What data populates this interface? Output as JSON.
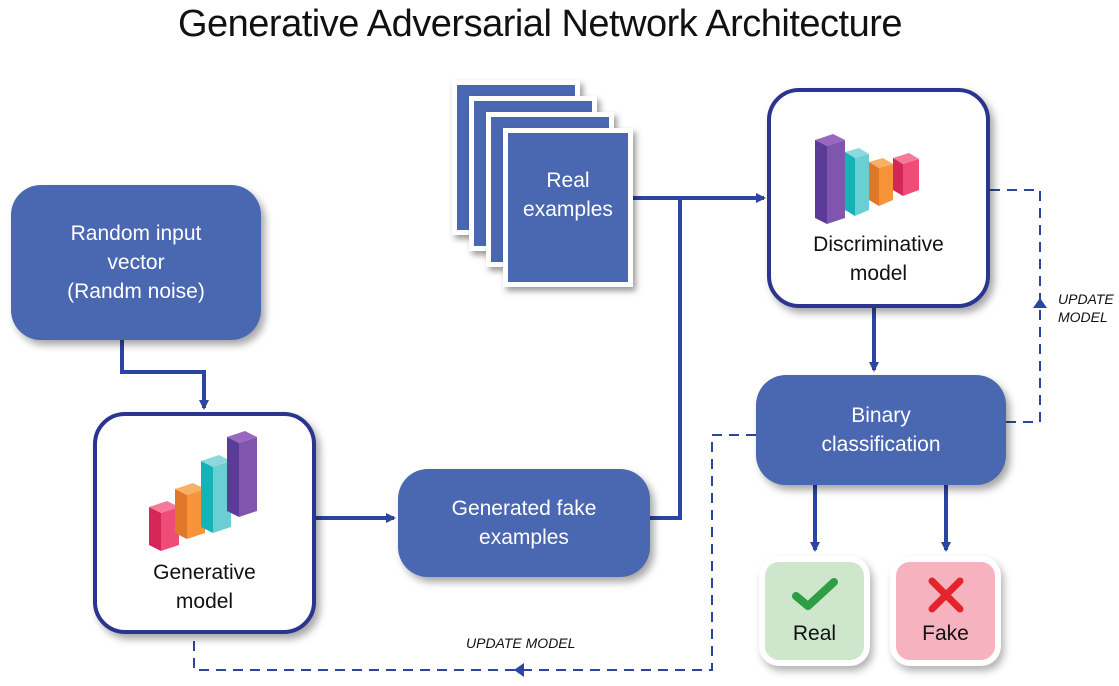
{
  "title": "Generative Adversarial Network Architecture",
  "nodes": {
    "random_input": {
      "lines": [
        "Random input",
        "vector",
        "(Randm noise)"
      ]
    },
    "generative_model": {
      "lines": [
        "Generative",
        "model"
      ],
      "icon": "ascending-bar-chart-icon"
    },
    "generated_fake": {
      "lines": [
        "Generated fake",
        "examples"
      ]
    },
    "real_examples": {
      "lines": [
        "Real",
        "examples"
      ],
      "icon": "stacked-pages-icon"
    },
    "discriminative_model": {
      "lines": [
        "Discriminative",
        "model"
      ],
      "icon": "descending-bar-chart-icon"
    },
    "binary_classification": {
      "lines": [
        "Binary",
        "classification"
      ]
    },
    "real_result": {
      "label": "Real",
      "icon": "checkmark-icon",
      "color": "#cde6cc"
    },
    "fake_result": {
      "label": "Fake",
      "icon": "cross-icon",
      "color": "#f6b3bf"
    }
  },
  "feedback": {
    "discriminator_update": [
      "UPDATE",
      "MODEL"
    ],
    "generator_update": "UPDATE MODEL"
  },
  "colors": {
    "box_fill": "#4a67b2",
    "outline": "#2b3590",
    "arrow": "#2b45a0",
    "check": "#2e9e45",
    "cross": "#e3242b"
  }
}
